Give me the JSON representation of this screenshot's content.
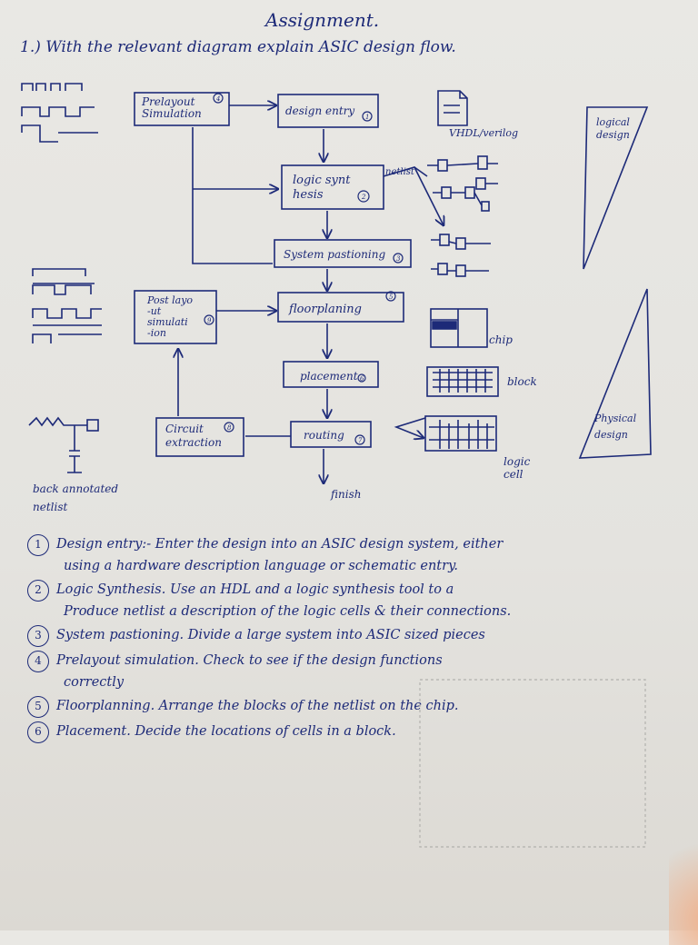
{
  "title": "Assignment.",
  "question": "1.) With the relevant diagram explain ASIC design flow.",
  "flow": {
    "prelayout_sim": "Prelayout\nSimulation",
    "design_entry": "design entry",
    "logic_synthesis": "logic synt\nhesis",
    "system_partitioning": "System pastioning",
    "floorplanning": "floorplaning",
    "placement": "placement",
    "routing": "routing",
    "postlayout_sim": "Post layo\n-ut\nsimulati\n-ion",
    "circuit_extraction": "Circuit\nextraction",
    "finish": "finish",
    "netlist_label": "netlist",
    "vhdl_label": "VHDL/verilog",
    "chip_label": "chip",
    "block_label": "block",
    "logic_cell_label": "logic\ncell",
    "logical_design": "logical\ndesign",
    "physical_design": "Physical\ndesign",
    "back_annotated": "back annotated\nnetlist",
    "step_numbers": [
      "1",
      "2",
      "3",
      "4",
      "5",
      "6",
      "7",
      "8",
      "9"
    ]
  },
  "notes": [
    {
      "num": "1",
      "text": "Design entry:- Enter the design into an ASIC design system, either",
      "cont": "using a hardware description language or schematic entry."
    },
    {
      "num": "2",
      "text": "Logic Synthesis. Use an HDL and a logic synthesis tool to a",
      "cont": "Produce netlist a description of the logic cells & their connections."
    },
    {
      "num": "3",
      "text": "System pastioning. Divide a large system into ASIC sized pieces",
      "cont": ""
    },
    {
      "num": "4",
      "text": "Prelayout simulation. Check to see if the design functions",
      "cont": "correctly"
    },
    {
      "num": "5",
      "text": "Floorplanning. Arrange the blocks of the netlist on the chip.",
      "cont": ""
    },
    {
      "num": "6",
      "text": "Placement. Decide the locations of cells in a block.",
      "cont": ""
    }
  ],
  "colors": {
    "ink": "#1d2a78",
    "paper": "#e9e8e4"
  }
}
